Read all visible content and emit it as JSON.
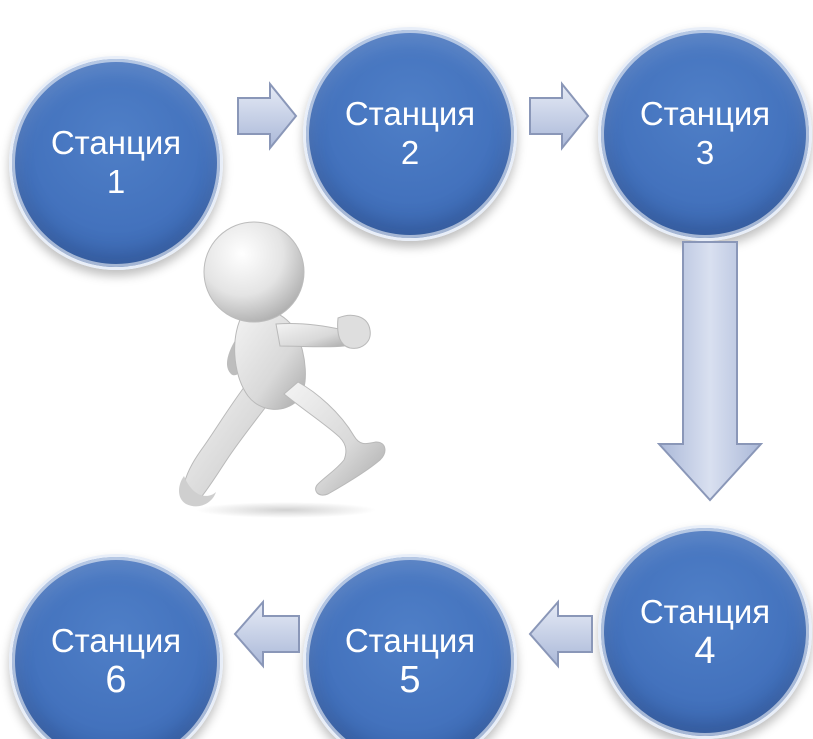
{
  "stations": [
    {
      "label": "Станция",
      "number": "1"
    },
    {
      "label": "Станция",
      "number": "2"
    },
    {
      "label": "Станция",
      "number": "3"
    },
    {
      "label": "Станция",
      "number": "4"
    },
    {
      "label": "Станция",
      "number": "5"
    },
    {
      "label": "Станция",
      "number": "6"
    }
  ],
  "colors": {
    "circle_fill": "#4372bd",
    "circle_rim": "#e8eef8",
    "arrow_fill": "#c9d3ea",
    "arrow_outline": "#8a97b8",
    "figure": "#e6e6e6"
  },
  "icons": {
    "figure": "running-person-3d-icon"
  }
}
